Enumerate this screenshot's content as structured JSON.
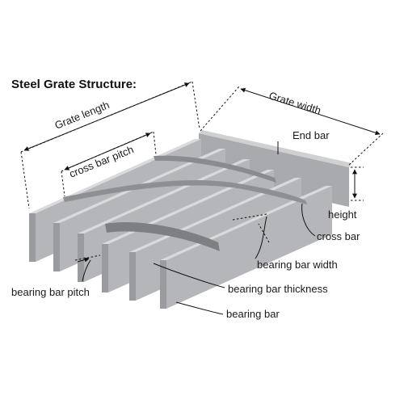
{
  "diagram": {
    "title": "Steel Grate Structure:",
    "labels": {
      "grate_length": "Grate length",
      "grate_width": "Grate width",
      "cross_bar_pitch": "cross bar pitch",
      "end_bar": "End bar",
      "height": "height",
      "cross_bar": "cross bar",
      "bearing_bar_width": "bearing bar width",
      "bearing_bar_pitch": "bearing bar pitch",
      "bearing_bar_thickness": "bearing bar thickness",
      "bearing_bar": "bearing bar"
    },
    "colors": {
      "bar_top": "#d9dadc",
      "bar_front": "#9a9b9e",
      "bar_side": "#b5b6b9",
      "cross_bar": "#8b8c90",
      "end_bar": "#a7a8ab",
      "line": "#111111"
    }
  }
}
